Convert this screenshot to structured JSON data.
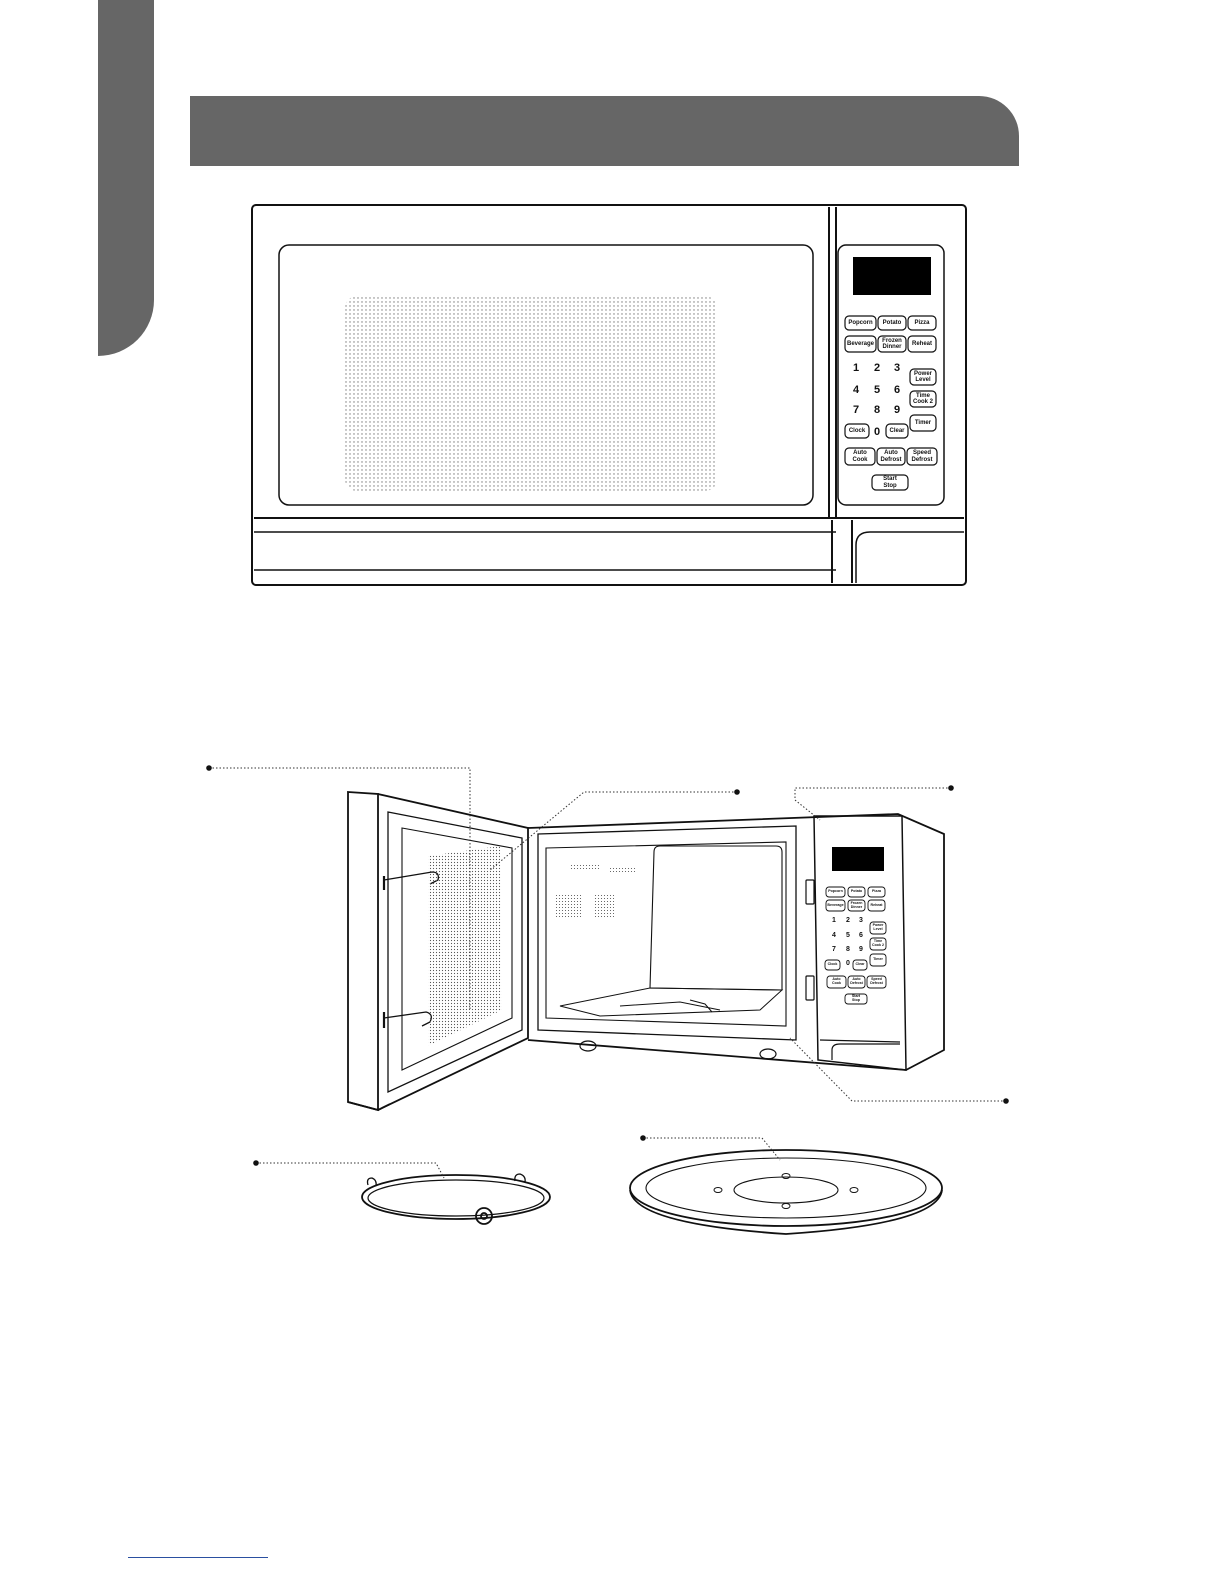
{
  "control_panel": {
    "row1": [
      "Popcorn",
      "Potato",
      "Pizza"
    ],
    "row2": [
      "Beverage",
      "Frozen\nDinner",
      "Reheat"
    ],
    "digits": [
      "1",
      "2",
      "3",
      "4",
      "5",
      "6",
      "7",
      "8",
      "9",
      "0"
    ],
    "side_buttons": [
      "Power\nLevel",
      "Time\nCook 2",
      "Timer"
    ],
    "clock": "Clock",
    "clear": "Clear",
    "row_bottom": [
      "Auto\nCook",
      "Auto\nDefrost",
      "Speed\nDefrost"
    ],
    "start": "Start\nStop"
  },
  "colors": {
    "header_gray": "#666666",
    "line": "#111111"
  }
}
